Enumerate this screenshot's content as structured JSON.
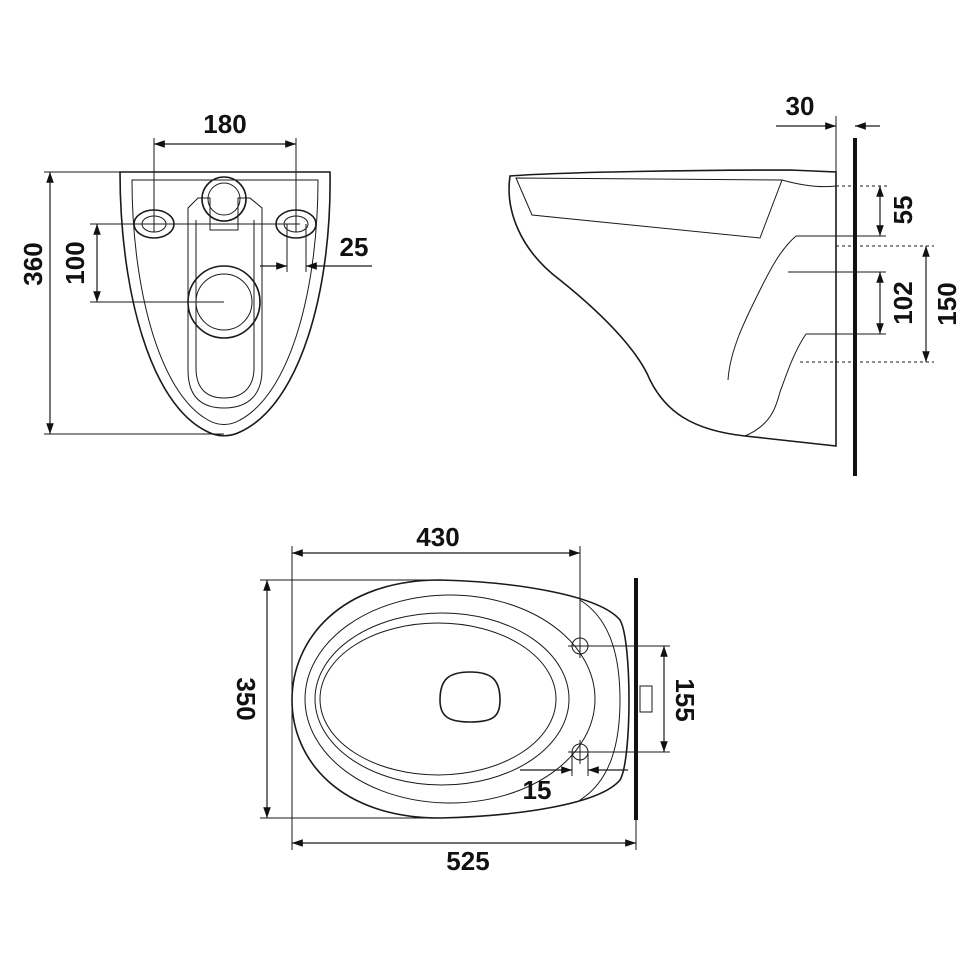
{
  "front_view": {
    "dim_width_pan": "180",
    "dim_height_total": "360",
    "dim_hole_spacing": "100",
    "dim_hole_offset": "25"
  },
  "side_view": {
    "dim_wall_gap": "30",
    "dim_inlet_height": "55",
    "dim_outlet_small": "102",
    "dim_outlet_large": "150"
  },
  "top_view": {
    "dim_fix_distance": "430",
    "dim_width": "350",
    "dim_fix_spacing": "155",
    "dim_fix_offset": "15",
    "dim_length": "525"
  },
  "colors": {
    "line": "#1a1a1a",
    "background": "#ffffff"
  }
}
